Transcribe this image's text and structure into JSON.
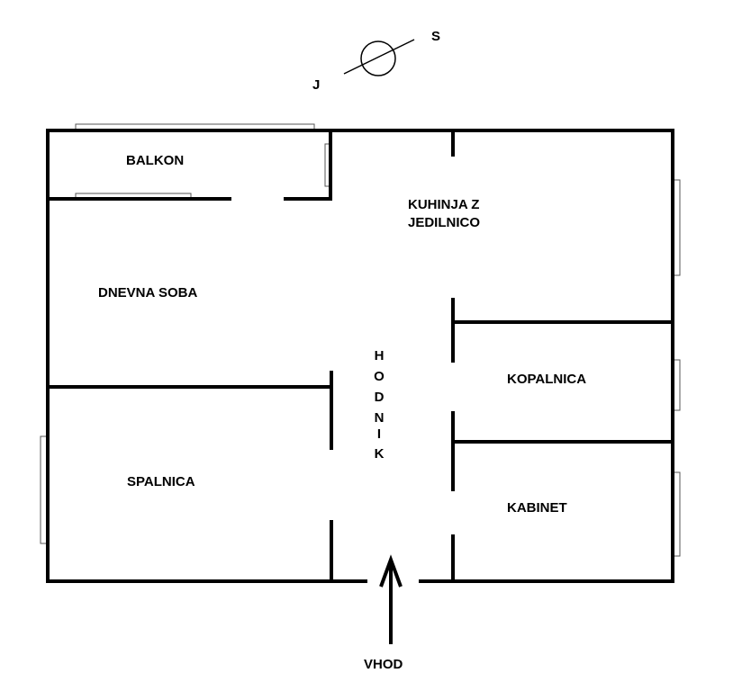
{
  "compass": {
    "north": "S",
    "south": "J"
  },
  "rooms": {
    "balcony": "BALKON",
    "kitchen_line1": "KUHINJA Z",
    "kitchen_line2": "JEDILNICO",
    "living_room": "DNEVNA SOBA",
    "hallway_letters": [
      "H",
      "O",
      "D",
      "N",
      "I",
      "K"
    ],
    "bathroom": "KOPALNICA",
    "bedroom": "SPALNICA",
    "study": "KABINET"
  },
  "entrance": {
    "label": "VHOD"
  },
  "colors": {
    "walls": "#000000",
    "background": "#ffffff"
  }
}
